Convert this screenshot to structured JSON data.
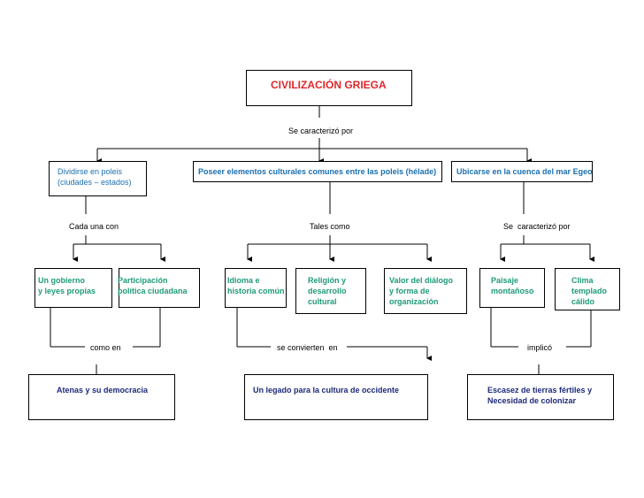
{
  "title": "CIVILIZACIÓN GRIEGA",
  "connector_top": "Se caracterizó por",
  "level1": {
    "left": "Dividirse en poleis\n(ciudades – estados)",
    "center": "Poseer elementos culturales comunes entre las poleis (hélade)",
    "right": "Ubicarse en la cuenca del mar Egeo"
  },
  "connectors_mid": {
    "left": "Cada una con",
    "center": "Tales como",
    "right": "Se  caracterizó por"
  },
  "level2": {
    "gobierno": "Un gobierno\ny leyes propias",
    "participacion": "Participación\npolítica ciudadana",
    "idioma": "Idioma e\nhistoria común",
    "religion": "Religión y\ndesarrollo\ncultural",
    "valor": "Valor del diálogo\ny forma de\norganización",
    "paisaje": "Paisaje\nmontañoso",
    "clima": "Clima\ntemplado\ncálido"
  },
  "connectors_low": {
    "left": "como en",
    "center": "se convierten  en",
    "right": "implicó"
  },
  "level3": {
    "left": "Atenas y su democracia",
    "center": "Un legado para la cultura de occidente",
    "right": "Escasez de tierras fértiles y\nNecesidad de colonizar"
  },
  "colors": {
    "title": "#e0262b",
    "blue": "#1a6fb0",
    "teal": "#1f9a7a",
    "navy": "#1d2a7a"
  }
}
